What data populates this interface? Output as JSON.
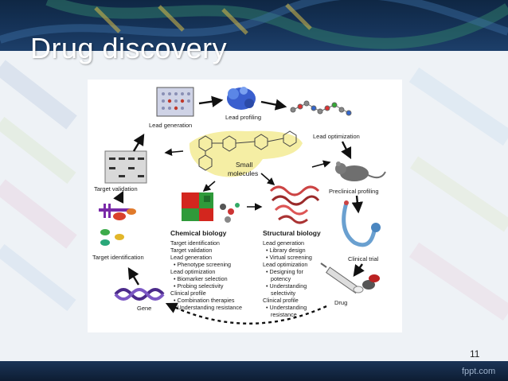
{
  "slide": {
    "title": "Drug discovery",
    "page_number": "11",
    "brand": "fppt.com"
  },
  "figure": {
    "center_label_line1": "Small",
    "center_label_line2": "molecules",
    "stages": {
      "lead_generation": "Lead generation",
      "lead_profiling": "Lead profiling",
      "lead_optimization": "Lead optimization",
      "preclinical_profiling": "Preclinical profiling",
      "clinical_trial": "Clinical trial",
      "drug": "Drug",
      "gene": "Gene",
      "target_identification": "Target identification",
      "target_validation": "Target validation"
    },
    "chemical_biology": {
      "heading": "Chemical biology",
      "lines": [
        "Target identification",
        "Target validation",
        "Lead generation",
        "• Phenotype screening",
        "Lead optimization",
        "• Biomarker selection",
        "• Probing selectivity",
        "Clinical profile",
        "• Combination therapies",
        "• Understanding resistance"
      ]
    },
    "structural_biology": {
      "heading": "Structural biology",
      "lines": [
        "Lead generation",
        "• Library design",
        "• Virtual screening",
        "Lead optimization",
        "• Designing for",
        "potency",
        "• Understanding",
        "selectivity",
        "Clinical profile",
        "• Understanding",
        "resistance"
      ]
    }
  },
  "colors": {
    "title_bar": "#16345a",
    "background": "#eef2f6",
    "small_molecules_blob": "#f4ec9a",
    "heatmap_red": "#d3261e",
    "heatmap_green": "#2f9a3a"
  }
}
